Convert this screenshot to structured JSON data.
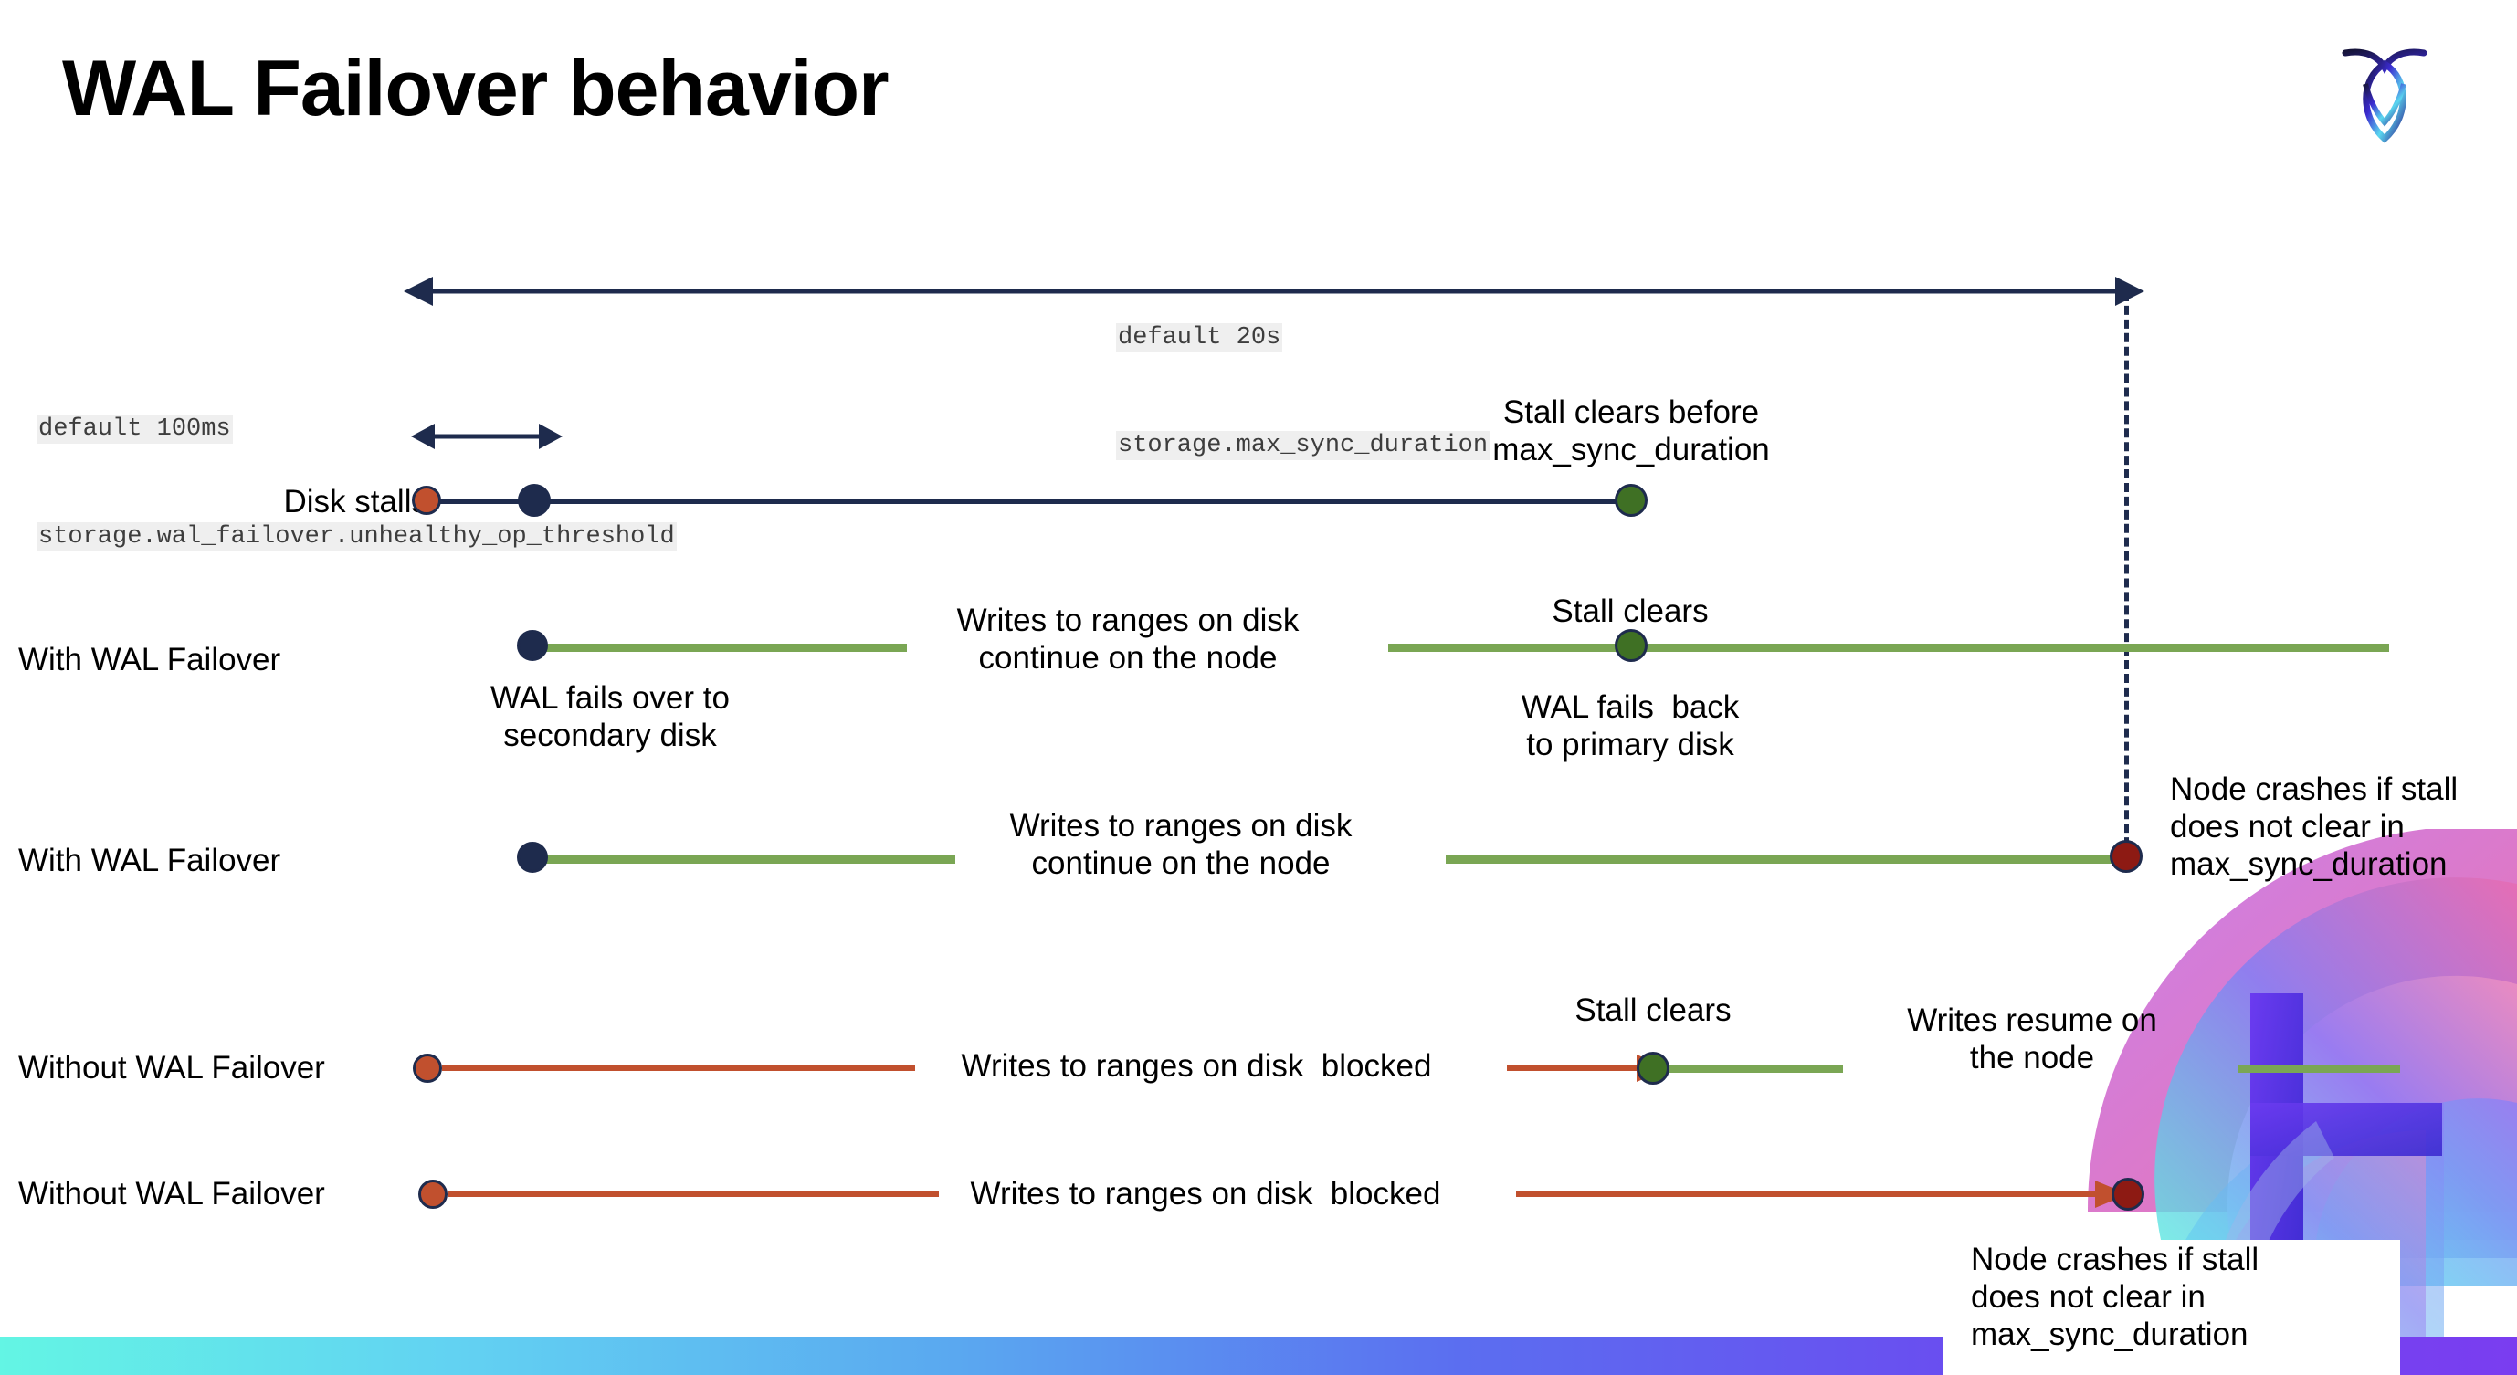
{
  "slide": {
    "title": "WAL Failover behavior",
    "logo_name": "cockroachdb-logo"
  },
  "annotations": {
    "max_sync": {
      "line1": "default 20s",
      "line2": "storage.max_sync_duration"
    },
    "unhealthy_op": {
      "line1": "default 100ms",
      "line2": "storage.wal_failover.unhealthy_op_threshold"
    }
  },
  "rows": [
    {
      "id": "disk-stalls",
      "label": "Disk stalls",
      "notes": [
        {
          "id": "stall-clears-before",
          "text": "Stall clears before\nmax_sync_duration"
        }
      ]
    },
    {
      "id": "with-wal-failover-1",
      "label": "With WAL Failover",
      "notes": [
        {
          "id": "wal-fails-over",
          "text": "WAL fails over to\nsecondary disk"
        },
        {
          "id": "writes-continue-1",
          "text": "Writes to ranges on disk\ncontinue on the node"
        },
        {
          "id": "stall-clears-1",
          "text": "Stall clears"
        },
        {
          "id": "wal-fails-back",
          "text": "WAL fails  back\nto primary disk"
        }
      ]
    },
    {
      "id": "with-wal-failover-2",
      "label": "With WAL Failover",
      "notes": [
        {
          "id": "writes-continue-2",
          "text": "Writes to ranges on disk\ncontinue on the node"
        },
        {
          "id": "node-crashes-1",
          "text": "Node crashes if stall\ndoes not clear in\nmax_sync_duration"
        }
      ]
    },
    {
      "id": "without-wal-failover-1",
      "label": "Without WAL Failover",
      "notes": [
        {
          "id": "writes-blocked-1",
          "text": "Writes to ranges on disk  blocked"
        },
        {
          "id": "stall-clears-2",
          "text": "Stall clears"
        },
        {
          "id": "writes-resume",
          "text": "Writes resume on\nthe node"
        }
      ]
    },
    {
      "id": "without-wal-failover-2",
      "label": "Without WAL Failover",
      "notes": [
        {
          "id": "writes-blocked-2",
          "text": "Writes to ranges on disk  blocked"
        },
        {
          "id": "node-crashes-2",
          "text": "Node crashes if stall\ndoes not clear in\nmax_sync_duration"
        }
      ]
    }
  ],
  "colors": {
    "navy": "#1e2b4d",
    "green_line": "#7aa654",
    "green_dot": "#3f7024",
    "orange": "#c1502e",
    "dark_red": "#8d1a13",
    "code_bg": "#efefef"
  }
}
